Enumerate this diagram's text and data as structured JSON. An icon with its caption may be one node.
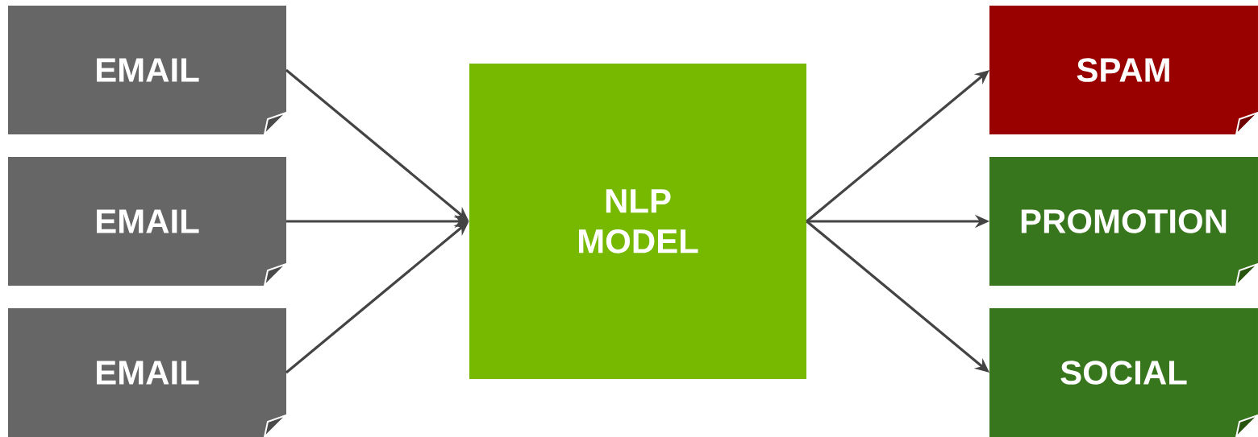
{
  "diagram": {
    "nodes": [
      {
        "text": [
          "EMAIL"
        ]
      },
      {
        "text": [
          "EMAIL"
        ]
      },
      {
        "text": [
          "EMAIL"
        ]
      },
      {
        "text": [
          "NLP MODEL"
        ]
      },
      {
        "text": [
          "SPAM"
        ]
      },
      {
        "text": [
          "PROMOTION"
        ]
      },
      {
        "text": [
          "SOCIAL"
        ]
      }
    ],
    "edges": [
      {
        "from": 0,
        "to": 3,
        "arrow": "to"
      },
      {
        "from": 1,
        "to": 3,
        "arrow": "to"
      },
      {
        "from": 2,
        "to": 3,
        "arrow": "to"
      },
      {
        "from": 3,
        "to": 4,
        "arrow": "to"
      },
      {
        "from": 3,
        "to": 5,
        "arrow": "to"
      },
      {
        "from": 3,
        "to": 6,
        "arrow": "to"
      }
    ]
  }
}
